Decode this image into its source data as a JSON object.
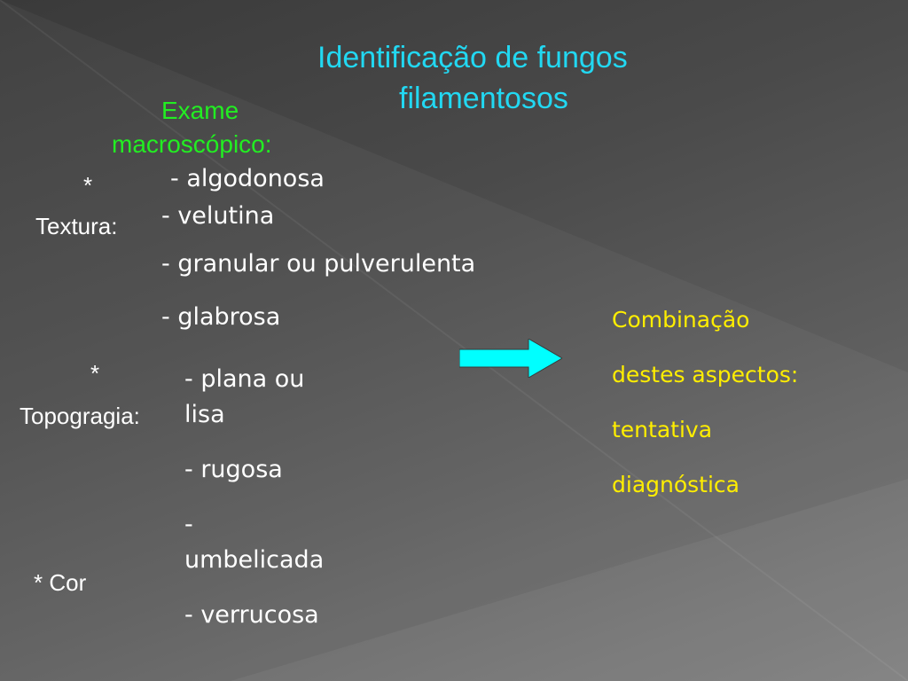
{
  "slide": {
    "title_line1": "Identificação de fungos",
    "title_line2": "filamentosos",
    "subtitle_line1": "Exame",
    "subtitle_line2": "macroscópico:",
    "texture": {
      "bullet": "*",
      "label": "Textura:",
      "items": [
        "- algodonosa",
        "- velutina",
        "- granular ou pulverulenta",
        "- glabrosa"
      ]
    },
    "topography": {
      "bullet": "*",
      "label": "Topogragia:",
      "items": [
        "- plana ou",
        "lisa",
        "- rugosa",
        "-",
        "umbelicada",
        "- verrucosa"
      ]
    },
    "color": {
      "label": "* Cor"
    },
    "conclusion": {
      "lines": [
        "Combinação",
        "destes aspectos:",
        "tentativa",
        "diagnóstica"
      ]
    },
    "colors": {
      "title": "#22d8f2",
      "subtitle": "#22ee22",
      "conclusion": "#ffee00",
      "arrow": "#00ffff"
    }
  }
}
